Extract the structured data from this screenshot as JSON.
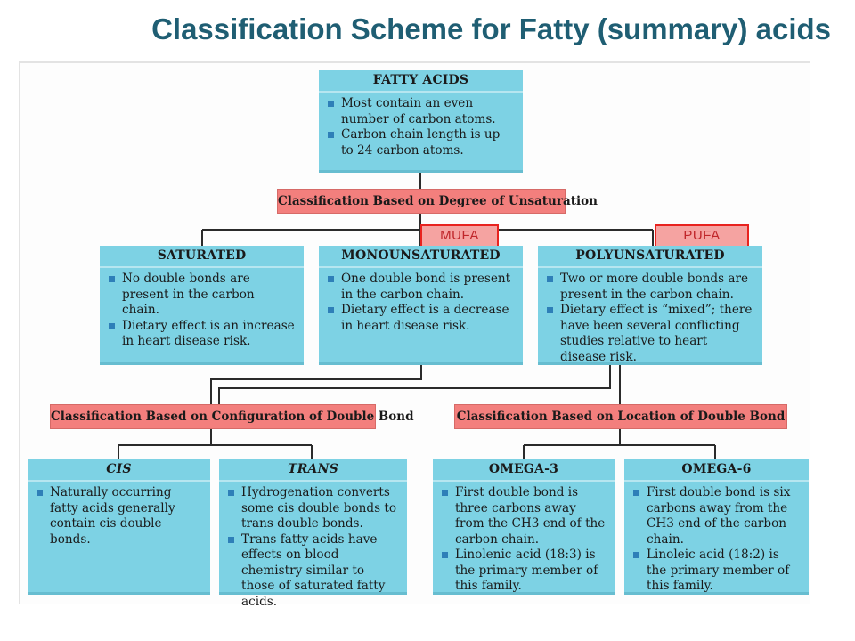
{
  "title": "Classification Scheme for Fatty (summary) acids",
  "colors": {
    "title": "#1f5e73",
    "box": "#7dd2e4",
    "classification": "#f37f7d",
    "tag_border": "#e8231f",
    "bullet": "#2e7fb8"
  },
  "fatty_acids": {
    "heading": "FATTY ACIDS",
    "points": [
      "Most contain an even number of carbon atoms.",
      "Carbon chain length is up to 24 carbon atoms."
    ]
  },
  "classification_unsaturation": "Classification Based on Degree of Unsaturation",
  "tags": {
    "mufa": "MUFA",
    "pufa": "PUFA"
  },
  "saturated": {
    "heading": "SATURATED",
    "points": [
      "No double bonds are present in the carbon chain.",
      "Dietary effect is an increase in heart disease risk."
    ]
  },
  "monounsaturated": {
    "heading": "MONOUNSATURATED",
    "points": [
      "One double bond is present in the carbon chain.",
      "Dietary effect is a decrease in heart disease risk."
    ]
  },
  "polyunsaturated": {
    "heading": "POLYUNSATURATED",
    "points": [
      "Two or more double bonds are present in the carbon chain.",
      "Dietary effect is “mixed”; there have been several conflicting studies relative to heart disease risk."
    ]
  },
  "classification_configuration": "Classification Based on Configuration of Double Bond",
  "classification_location": "Classification Based on Location of Double Bond",
  "cis": {
    "heading": "CIS",
    "points": [
      "Naturally occurring fatty acids generally contain cis double bonds."
    ]
  },
  "trans": {
    "heading": "TRANS",
    "points": [
      "Hydrogenation converts some cis double bonds to trans double bonds.",
      "Trans fatty acids have effects on blood chemistry similar to those of saturated fatty acids."
    ]
  },
  "omega3": {
    "heading": "OMEGA-3",
    "points": [
      "First double bond is three carbons away from the CH3 end of the carbon chain.",
      "Linolenic acid (18:3) is the primary member of this family."
    ]
  },
  "omega6": {
    "heading": "OMEGA-6",
    "points": [
      "First double bond is six carbons away from the CH3 end of the carbon chain.",
      "Linoleic acid (18:2) is the primary member of this family."
    ]
  }
}
